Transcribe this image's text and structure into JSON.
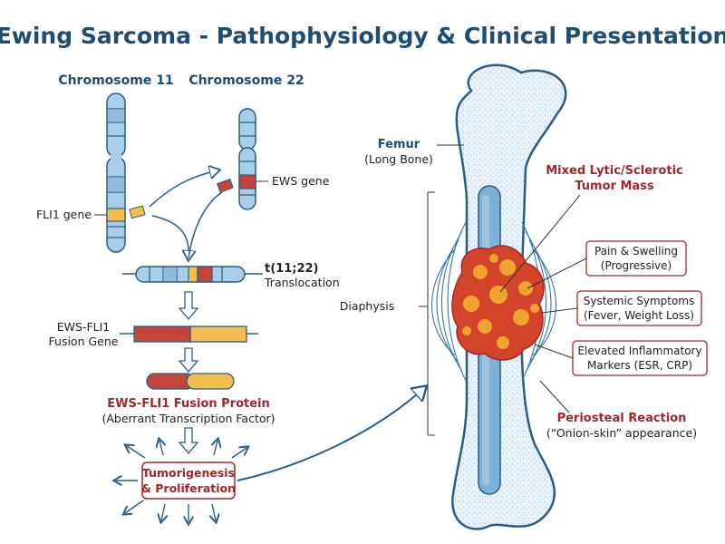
{
  "title": "Ewing Sarcoma - Pathophysiology & Clinical Presentation",
  "chromosomes": {
    "chr11_label": "Chromosome 11",
    "chr22_label": "Chromosome 22",
    "fli1_label": "FLI1 gene",
    "ews_label": "EWS gene"
  },
  "translocation": {
    "name": "t(11;22)",
    "desc": "Translocation"
  },
  "fusion_gene": {
    "line1": "EWS-FLI1",
    "line2": "Fusion Gene"
  },
  "fusion_protein": {
    "name": "EWS-FLI1 Fusion Protein",
    "desc": "(Aberrant Transcription Factor)"
  },
  "tumorigenesis": {
    "line1": "Tumorigenesis",
    "line2": "& Proliferation"
  },
  "bone": {
    "femur_label": "Femur",
    "femur_sub": "(Long Bone)",
    "diaphysis_label": "Diaphysis",
    "tumor_line1": "Mixed Lytic/Sclerotic",
    "tumor_line2": "Tumor Mass",
    "periosteal_label": "Periosteal Reaction",
    "periosteal_sub": "(“Onion-skin” appearance)"
  },
  "symptoms": [
    {
      "line1": "Pain & Swelling",
      "line2": "(Progressive)"
    },
    {
      "line1": "Systemic Symptoms",
      "line2": "(Fever, Weight Loss)"
    },
    {
      "line1": "Elevated Inflammatory",
      "line2": "Markers (ESR, CRP)"
    }
  ],
  "colors": {
    "title_blue": "#1d4e72",
    "chromosome_blue": "#a9cde6",
    "fli1_yellow": "#f2bd4d",
    "ews_red": "#c5443a",
    "label_red": "#a3262a",
    "tumor_orange": "#f0a32e",
    "tumor_red": "#d2452a"
  }
}
